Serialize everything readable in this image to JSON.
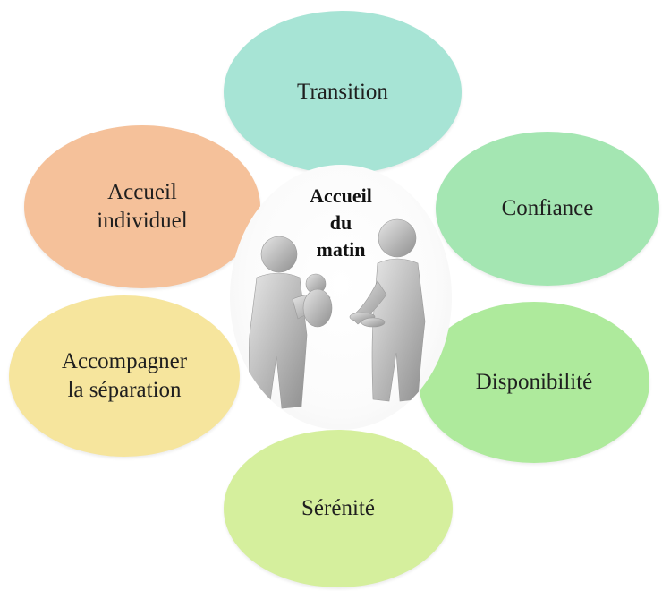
{
  "center": {
    "title": "Accueil\ndu\nmatin",
    "image_icon": "two-figures-with-baby-illustration"
  },
  "nodes": {
    "transition": {
      "label": "Transition",
      "color": "#a7e4d5"
    },
    "confiance": {
      "label": "Confiance",
      "color": "#a4e6b2"
    },
    "disponibilite": {
      "label": "Disponibilité",
      "color": "#aeea9c"
    },
    "serenite": {
      "label": "Sérénité",
      "color": "#d5ef9d"
    },
    "accompagner": {
      "label": "Accompagner\nla séparation",
      "color": "#f6e59d"
    },
    "accueil_individuel": {
      "label": "Accueil\nindividuel",
      "color": "#f5c19a"
    }
  }
}
